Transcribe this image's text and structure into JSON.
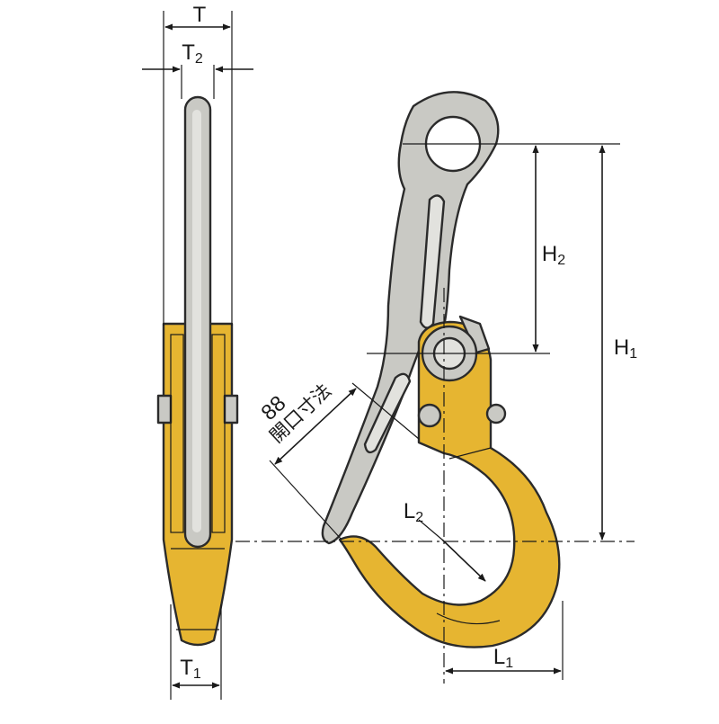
{
  "figure": {
    "colors": {
      "steel": "#c9c9c4",
      "steel_light": "#e2e2de",
      "hook": "#e6b531",
      "hook_dark": "#c8951a",
      "line": "#1a1a1a"
    },
    "dimensions": {
      "T": {
        "main": "T",
        "sub": ""
      },
      "T2": {
        "main": "T",
        "sub": "2"
      },
      "T1": {
        "main": "T",
        "sub": "1"
      },
      "H1": {
        "main": "H",
        "sub": "1"
      },
      "H2": {
        "main": "H",
        "sub": "2"
      },
      "L1": {
        "main": "L",
        "sub": "1"
      },
      "L2": {
        "main": "L",
        "sub": "2"
      }
    },
    "opening": {
      "value": "88",
      "label": "開口寸法"
    }
  }
}
